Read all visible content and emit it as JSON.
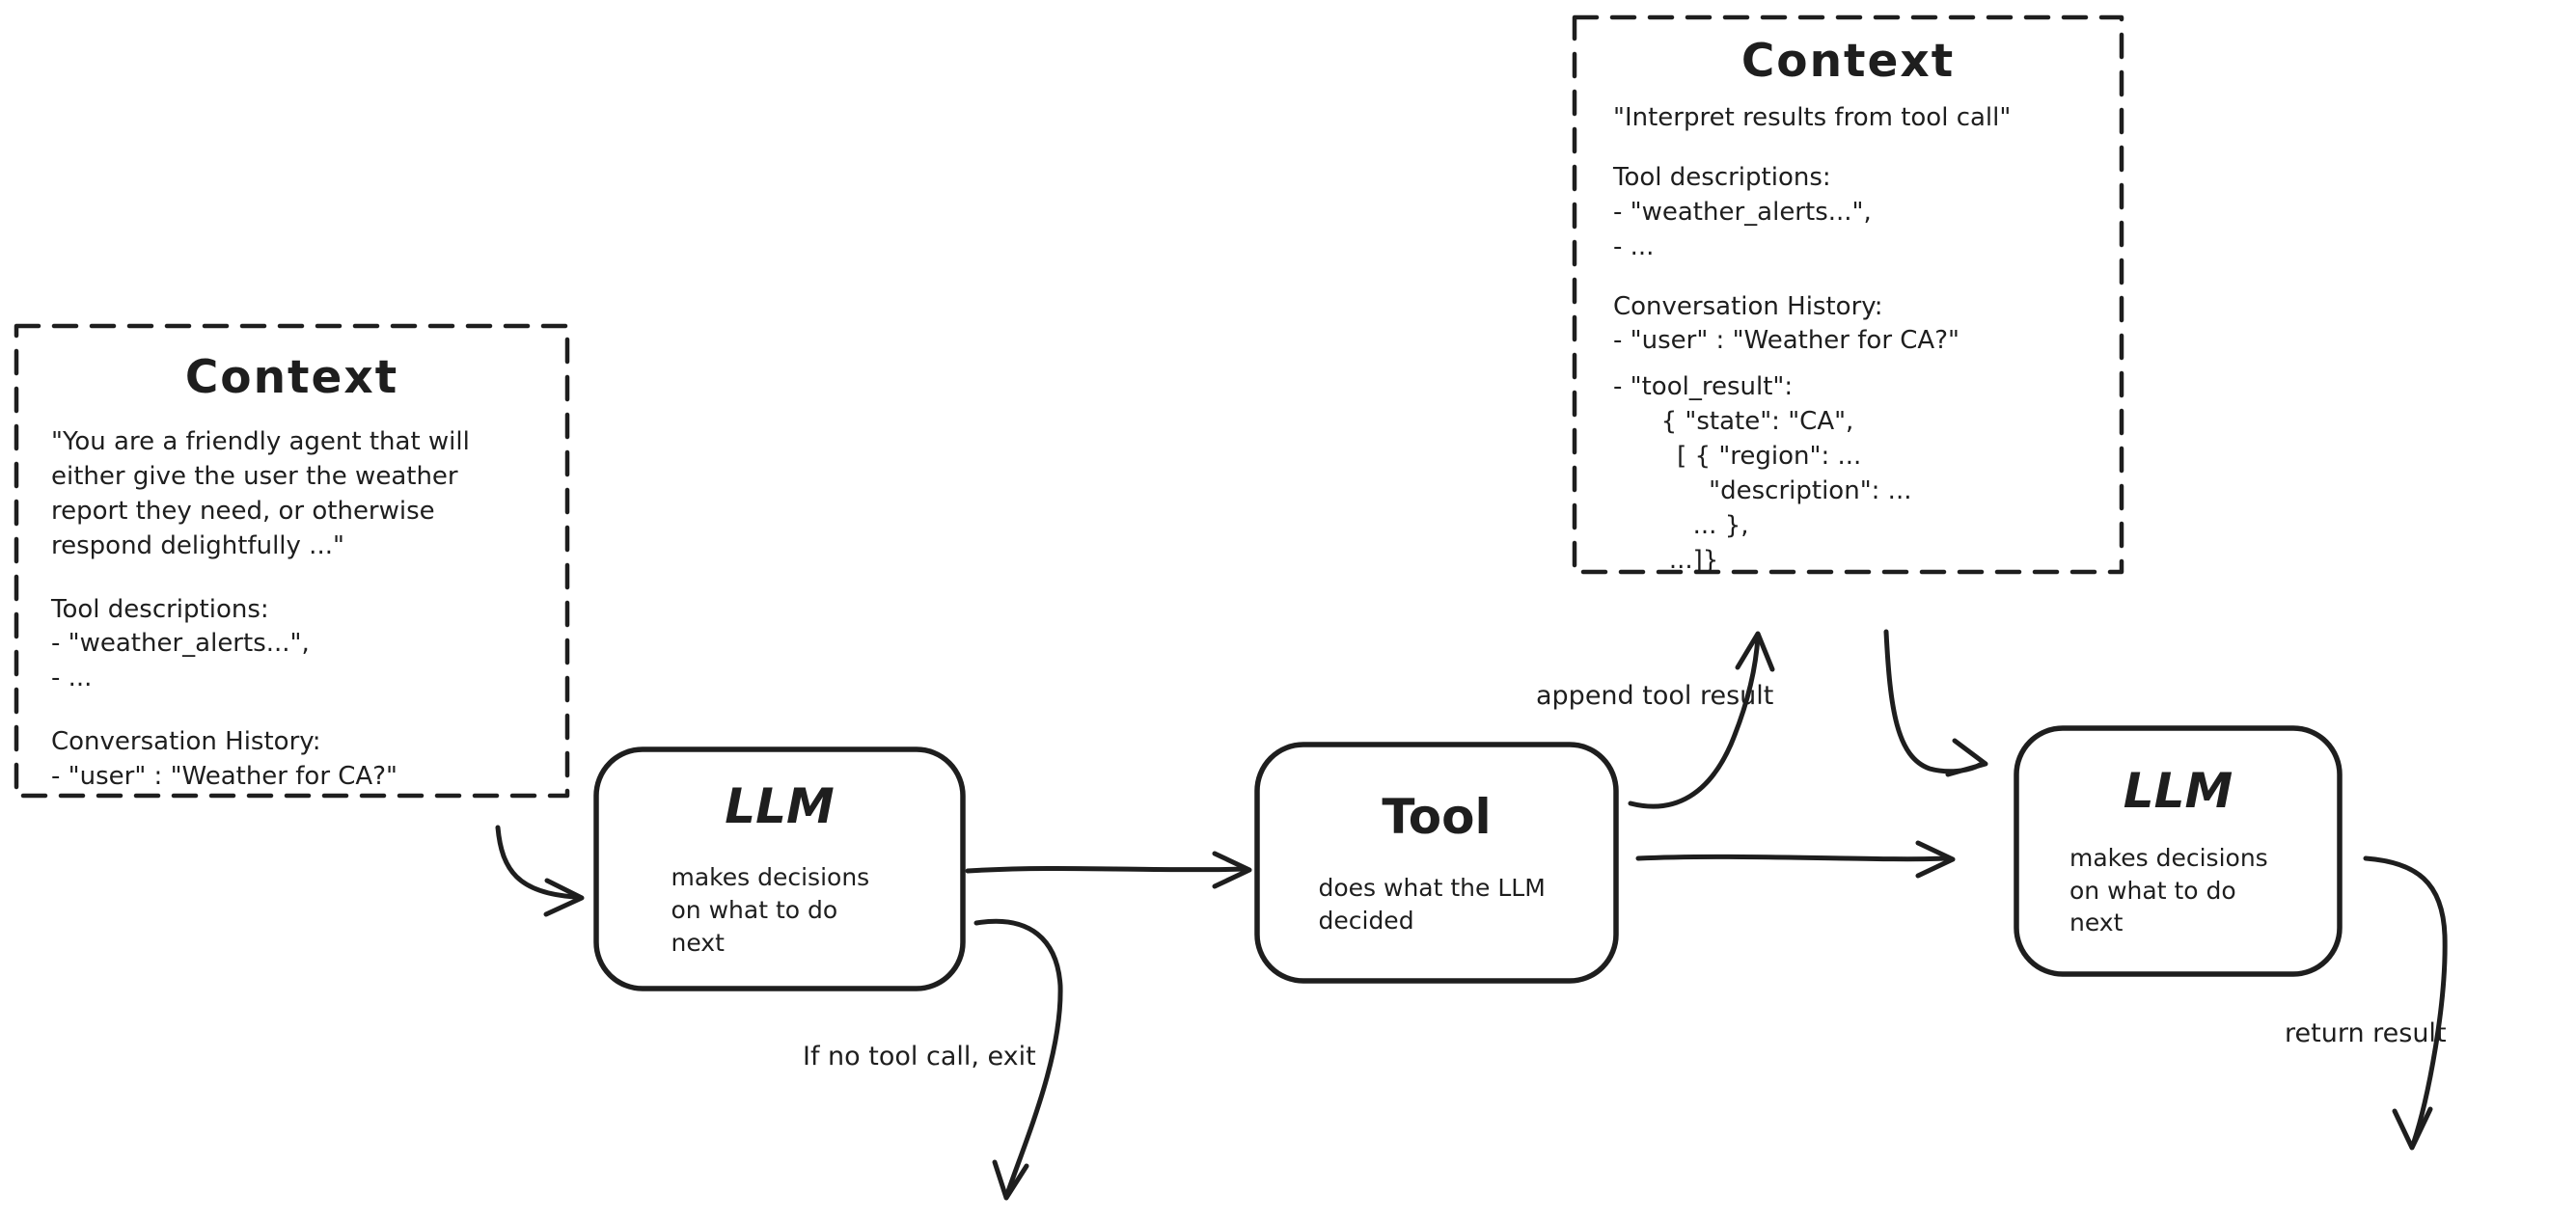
{
  "colors": {
    "ink": "#1e1e1e",
    "background": "#ffffff"
  },
  "context_left": {
    "title": "Context",
    "system_prompt": "\"You are a friendly agent that will either give the user the weather report they need, or otherwise respond delightfully ...\"",
    "tool_descriptions_heading": "Tool descriptions:",
    "tool_descriptions": [
      "- \"weather_alerts...\",",
      "- ..."
    ],
    "conversation_heading": "Conversation History:",
    "conversation": [
      "- \"user\" : \"Weather for CA?\""
    ]
  },
  "context_top": {
    "title": "Context",
    "system_prompt": "\"Interpret results from tool call\"",
    "tool_descriptions_heading": "Tool descriptions:",
    "tool_descriptions": [
      "- \"weather_alerts...\",",
      "- ..."
    ],
    "conversation_heading": "Conversation History:",
    "conversation": [
      "- \"user\" : \"Weather for CA?\"",
      "- \"tool_result\":",
      "      { \"state\": \"CA\",",
      "        [ { \"region\": ...",
      "            \"description\": ...",
      "          ... },",
      "       ...]}"
    ]
  },
  "nodes": {
    "llm_1": {
      "title": "LLM",
      "description": "makes decisions on what to do next"
    },
    "tool": {
      "title": "Tool",
      "description": "does what the LLM decided"
    },
    "llm_2": {
      "title": "LLM",
      "description": "makes decisions on what to do next"
    }
  },
  "edge_labels": {
    "append_tool_result": "append tool result",
    "if_no_tool_call": "If no tool call, exit",
    "return_result": "return result"
  }
}
